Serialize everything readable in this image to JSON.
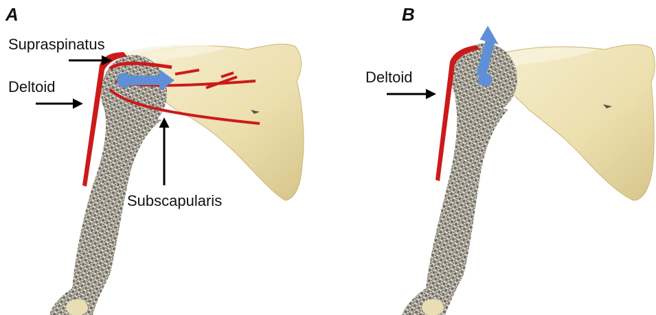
{
  "panels": [
    {
      "letter": "A",
      "labels": {
        "supraspinatus": "Supraspinatus",
        "deltoid": "Deltoid",
        "subscapularis": "Subscapularis"
      },
      "force_arrow": "horizontal"
    },
    {
      "letter": "B",
      "labels": {
        "deltoid": "Deltoid"
      },
      "force_arrow": "vertical"
    }
  ],
  "colors": {
    "bone": "#efe4b8",
    "bone_shade": "#d9c98f",
    "mesh": "#8f8a7c",
    "muscle": "#cc1a1a",
    "force_arrow": "#5f8fd6",
    "pointer_arrow": "#000000"
  }
}
